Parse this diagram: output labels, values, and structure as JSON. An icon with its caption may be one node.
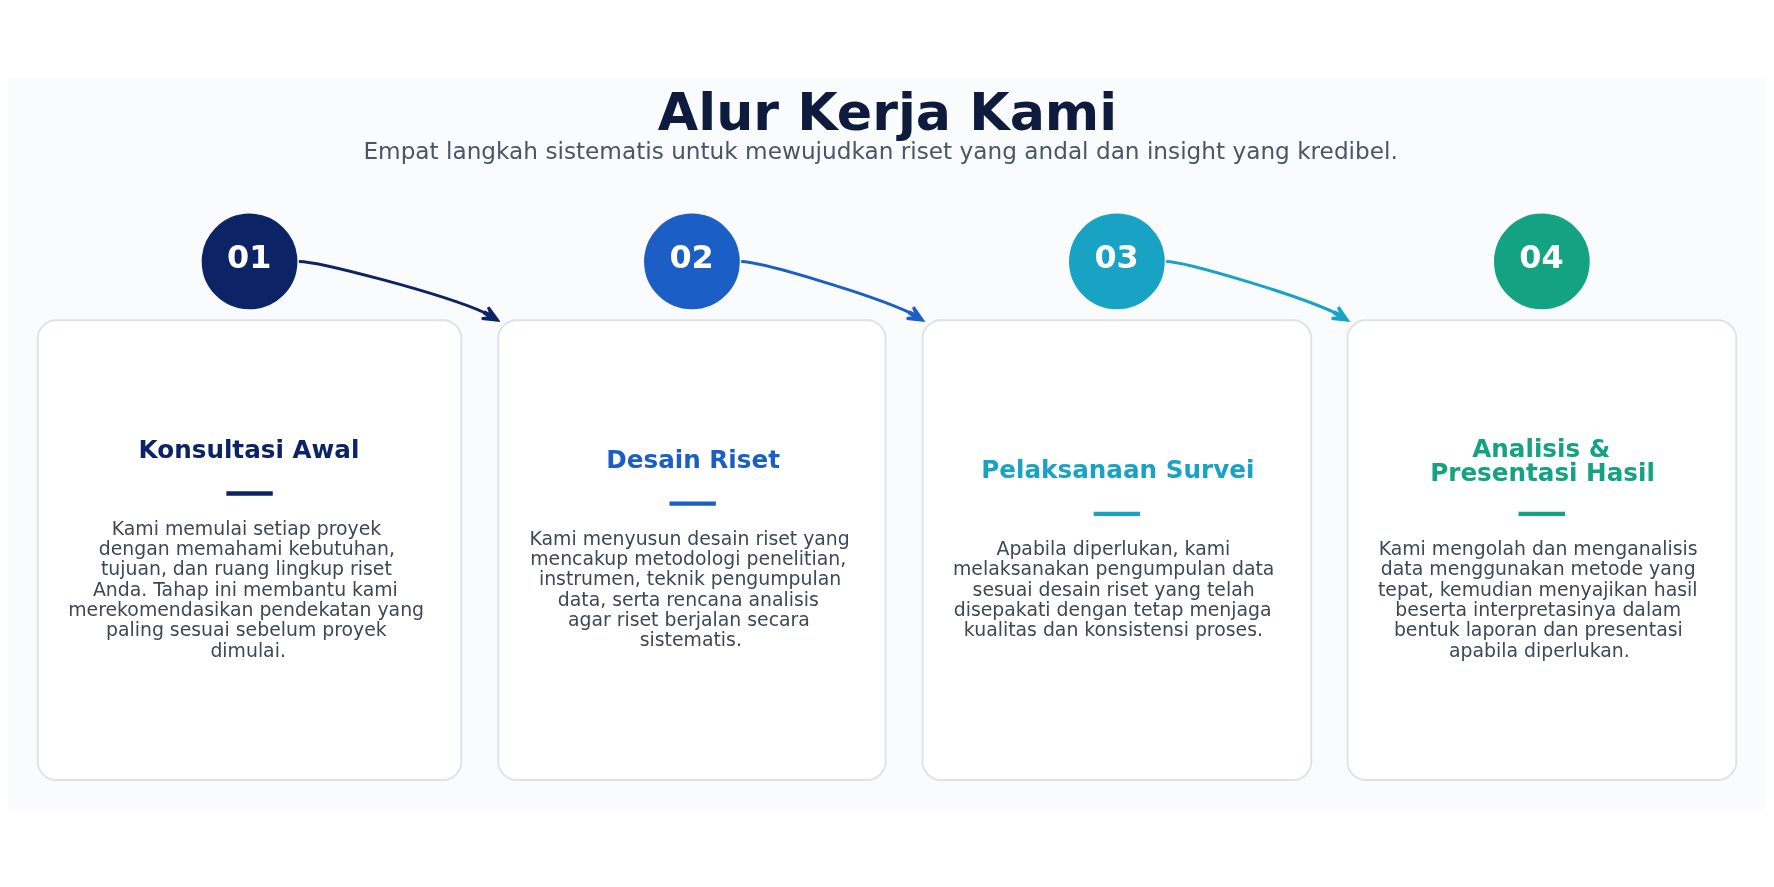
{
  "diagram": {
    "title": "Alur Kerja Kami",
    "caption": "Empat langkah sistematis untuk mewujudkan riset yang andal dan insight yang kredibel.",
    "nodes": [
      {
        "text": [
          "01"
        ]
      },
      {
        "text": [
          "Konsultasi Awal",
          "Kami memulai setiap proyek dengan memahami kebutuhan, tujuan, dan ruang lingkup riset Anda. Tahap ini membantu kami merekomendasikan pendekatan yang paling sesuai sebelum proyek dimulai."
        ]
      },
      {
        "text": [
          "02"
        ]
      },
      {
        "text": [
          "Desain Riset",
          "Kami menyusun desain riset yang mencakup metodologi penelitian, instrumen, teknik pengumpulan data, serta rencana analisis agar riset berjalan secara sistematis."
        ]
      },
      {
        "text": [
          "03"
        ]
      },
      {
        "text": [
          "Pelaksanaan Survei",
          "Apabila diperlukan, kami melaksanakan pengumpulan data sesuai desain riset yang telah disepakati dengan tetap menjaga kualitas dan konsistensi proses."
        ]
      },
      {
        "text": [
          "04"
        ]
      },
      {
        "text": [
          "Analisis & Presentasi Hasil",
          "Kami mengolah dan menganalisis data menggunakan metode yang tepat, kemudian menyajikan hasil beserta interpretasinya dalam bentuk laporan dan presentasi apabila diperlukan."
        ]
      }
    ],
    "edges": [
      {
        "from": 0,
        "to": 3,
        "arrow": "to",
        "color": "#0c2466"
      },
      {
        "from": 2,
        "to": 5,
        "arrow": "to",
        "color": "#1b5ec6"
      },
      {
        "from": 4,
        "to": 7,
        "arrow": "to",
        "color": "#18a3c4"
      }
    ]
  }
}
